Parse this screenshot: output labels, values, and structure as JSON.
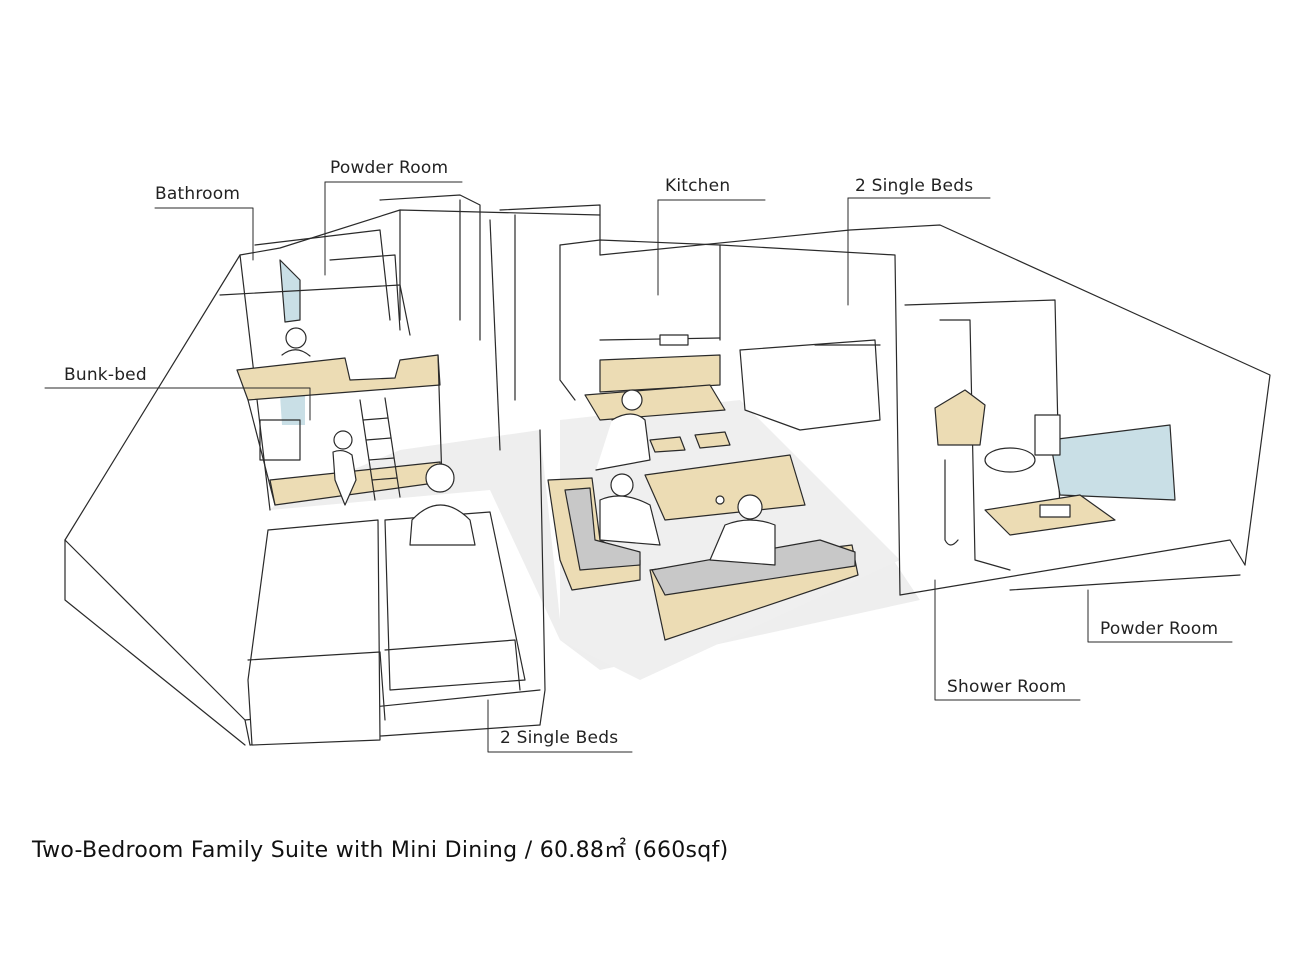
{
  "drawing": {
    "type": "isometric floor plan sketch",
    "labels": {
      "bathroom": "Bathroom",
      "powder_room_top": "Powder Room",
      "kitchen": "Kitchen",
      "single_beds_top": "2 Single Beds",
      "bunk_bed": "Bunk-bed",
      "single_beds_bottom": "2 Single Beds",
      "shower_room": "Shower Room",
      "powder_room_right": "Powder Room"
    },
    "colors": {
      "line": "#2a2a2a",
      "wood": "#ecdcb4",
      "glass": "#c9dfe6",
      "cushion": "#c8c8c8",
      "floor": "#ececec"
    }
  },
  "caption": "Two-Bedroom Family Suite with Mini Dining / 60.88㎡ (660sqf)"
}
